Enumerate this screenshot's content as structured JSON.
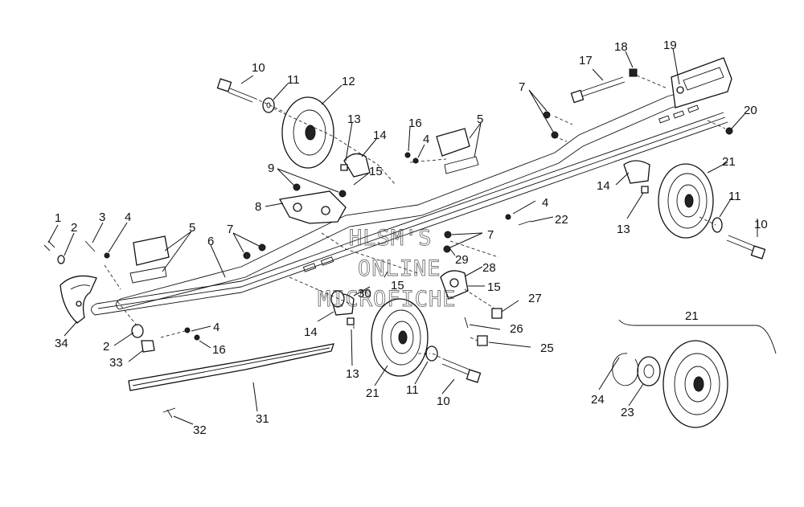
{
  "watermark": {
    "line1": "HLSM'S",
    "line2": "ONLINE",
    "line3": "MICROFICHE"
  },
  "callouts": [
    {
      "id": "c1",
      "label": "1"
    },
    {
      "id": "c2a",
      "label": "2"
    },
    {
      "id": "c3",
      "label": "3"
    },
    {
      "id": "c4a",
      "label": "4"
    },
    {
      "id": "c5a",
      "label": "5"
    },
    {
      "id": "c6",
      "label": "6"
    },
    {
      "id": "c7a",
      "label": "7"
    },
    {
      "id": "c34",
      "label": "34"
    },
    {
      "id": "c2b",
      "label": "2"
    },
    {
      "id": "c33",
      "label": "33"
    },
    {
      "id": "c4b",
      "label": "4"
    },
    {
      "id": "c16a",
      "label": "16"
    },
    {
      "id": "c8",
      "label": "8"
    },
    {
      "id": "c9",
      "label": "9"
    },
    {
      "id": "c10a",
      "label": "10"
    },
    {
      "id": "c11a",
      "label": "11"
    },
    {
      "id": "c12",
      "label": "12"
    },
    {
      "id": "c13a",
      "label": "13"
    },
    {
      "id": "c14a",
      "label": "14"
    },
    {
      "id": "c15a",
      "label": "15"
    },
    {
      "id": "c16b",
      "label": "16"
    },
    {
      "id": "c4c",
      "label": "4"
    },
    {
      "id": "c5b",
      "label": "5"
    },
    {
      "id": "c7b",
      "label": "7"
    },
    {
      "id": "c17",
      "label": "17"
    },
    {
      "id": "c18",
      "label": "18"
    },
    {
      "id": "c19",
      "label": "19"
    },
    {
      "id": "c20",
      "label": "20"
    },
    {
      "id": "c21a",
      "label": "21"
    },
    {
      "id": "c14b",
      "label": "14"
    },
    {
      "id": "c13b",
      "label": "13"
    },
    {
      "id": "c4d",
      "label": "4"
    },
    {
      "id": "c22",
      "label": "22"
    },
    {
      "id": "c11b",
      "label": "11"
    },
    {
      "id": "c10b",
      "label": "10"
    },
    {
      "id": "c7c",
      "label": "7"
    },
    {
      "id": "c29",
      "label": "29"
    },
    {
      "id": "c28",
      "label": "28"
    },
    {
      "id": "c15b",
      "label": "15"
    },
    {
      "id": "c15c",
      "label": "15"
    },
    {
      "id": "c30",
      "label": "30"
    },
    {
      "id": "c27",
      "label": "27"
    },
    {
      "id": "c26",
      "label": "26"
    },
    {
      "id": "c25",
      "label": "25"
    },
    {
      "id": "c14c",
      "label": "14"
    },
    {
      "id": "c13c",
      "label": "13"
    },
    {
      "id": "c21b",
      "label": "21"
    },
    {
      "id": "c11c",
      "label": "11"
    },
    {
      "id": "c10c",
      "label": "10"
    },
    {
      "id": "c31",
      "label": "31"
    },
    {
      "id": "c32",
      "label": "32"
    },
    {
      "id": "c21c",
      "label": "21"
    },
    {
      "id": "c24",
      "label": "24"
    },
    {
      "id": "c23",
      "label": "23"
    }
  ]
}
